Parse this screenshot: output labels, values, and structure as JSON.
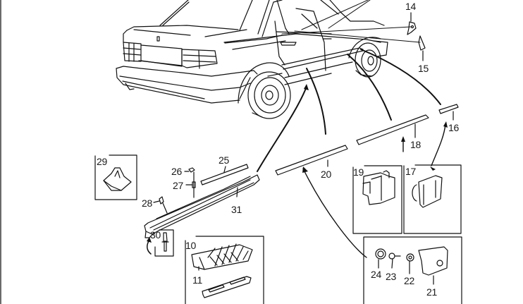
{
  "diagram": {
    "type": "exploded-parts-view",
    "subject": "car-side-moldings",
    "line_color": "#111111",
    "background": "#ffffff",
    "callouts": [
      {
        "id": "14",
        "label": "14",
        "part": "end-cap-upper"
      },
      {
        "id": "15",
        "label": "15",
        "part": "end-cap-lower"
      },
      {
        "id": "16",
        "label": "16",
        "part": "rear-molding-short"
      },
      {
        "id": "17",
        "label": "17",
        "part": "clip-type-b"
      },
      {
        "id": "18",
        "label": "18",
        "part": "rear-door-molding"
      },
      {
        "id": "19",
        "label": "19",
        "part": "clip-type-a"
      },
      {
        "id": "20",
        "label": "20",
        "part": "front-door-molding"
      },
      {
        "id": "21",
        "label": "21",
        "part": "clip-nut"
      },
      {
        "id": "22",
        "label": "22",
        "part": "washer"
      },
      {
        "id": "23",
        "label": "23",
        "part": "screw"
      },
      {
        "id": "24",
        "label": "24",
        "part": "cap"
      },
      {
        "id": "25",
        "label": "25",
        "part": "sill-strip"
      },
      {
        "id": "26",
        "label": "26",
        "part": "clip-head"
      },
      {
        "id": "27",
        "label": "27",
        "part": "grommet"
      },
      {
        "id": "28",
        "label": "28",
        "part": "retainer"
      },
      {
        "id": "29",
        "label": "29",
        "part": "mounting-clip"
      },
      {
        "id": "30",
        "label": "30",
        "part": "push-rivet"
      },
      {
        "id": "31",
        "label": "31",
        "part": "sill-panel"
      },
      {
        "id": "10",
        "label": "10",
        "part": "clip-strip"
      },
      {
        "id": "11",
        "label": "11",
        "part": "clip-holder"
      }
    ]
  }
}
